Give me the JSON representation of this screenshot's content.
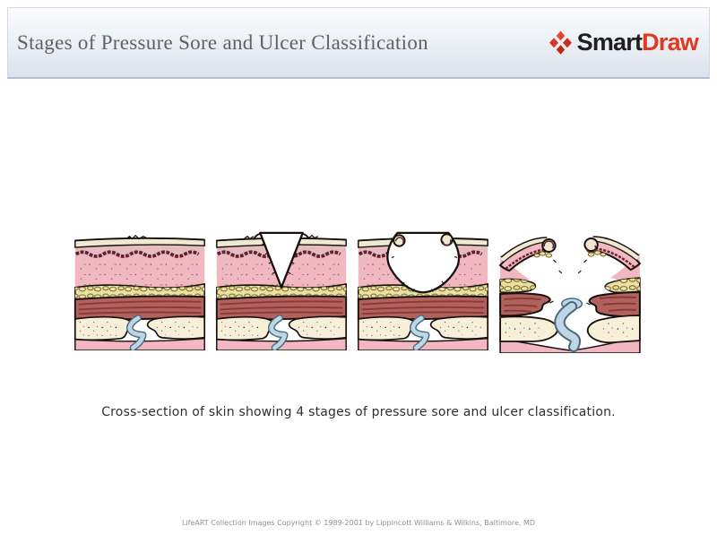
{
  "header": {
    "title": "Stages of Pressure Sore and Ulcer Classification",
    "logo": {
      "brand_first": "Smart",
      "brand_second": "Draw",
      "icon": "smartdraw-diamonds-icon"
    }
  },
  "figure": {
    "caption": "Cross-section of skin showing 4 stages of pressure sore and ulcer classification.",
    "stage_count": 4,
    "stages": [
      {
        "icon": "stage-1-intact-skin-illustration"
      },
      {
        "icon": "stage-2-shallow-crater-illustration"
      },
      {
        "icon": "stage-3-undermined-crater-illustration"
      },
      {
        "icon": "stage-4-deep-crater-to-bone-illustration"
      }
    ]
  },
  "footer": {
    "copyright": "LifeART Collection Images Copyright © 1989-2001 by Lippincott Williams & Wilkins, Baltimore, MD"
  },
  "colors": {
    "brand_red": "#e0391f",
    "brand_dark": "#1f1f1f",
    "header_gradient_top": "#fbfcfe",
    "header_gradient_bottom": "#dde3ec",
    "header_border": "#b6bfca",
    "title_text": "#59636d",
    "caption_text": "#2f2f2f",
    "footer_text": "#8d9297",
    "outline_dark": "#17100e",
    "epidermis_cream": "#efe9d2",
    "skin_pink": "#f2b8c2",
    "skin_mauve": "#e5bcc2",
    "maroon": "#62222c",
    "fat_cream": "#eae0a6",
    "pebble_olive": "#6f6222",
    "muscle_red": "#b2625c",
    "muscle_striation": "#8a3a38",
    "bone_cream": "#f7efd8",
    "vessel_blue": "#bdd7e7",
    "vessel_outline": "#4a6a7c"
  }
}
